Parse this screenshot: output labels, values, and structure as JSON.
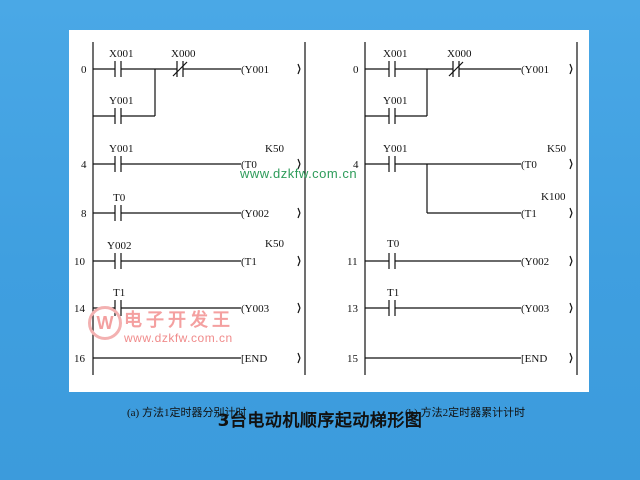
{
  "diagram_a": {
    "caption": "(a) 方法1定时器分别计时",
    "steps": [
      "0",
      "4",
      "8",
      "10",
      "14",
      "16"
    ],
    "contacts": {
      "x001": "X001",
      "x000": "X000",
      "y001_seal": "Y001",
      "y001_r2": "Y001",
      "t0": "T0",
      "y002": "Y002",
      "t1": "T1"
    },
    "coils": {
      "y001": "(Y001",
      "t0": "(T0",
      "y002": "(Y002",
      "t1": "(T1",
      "y003": "(Y003",
      "end": "[END"
    },
    "constants": {
      "k_t0": "K50",
      "k_t1": "K50"
    }
  },
  "diagram_b": {
    "caption": "(b) 方法2定时器累计计时",
    "steps": [
      "0",
      "4",
      "11",
      "13",
      "15"
    ],
    "contacts": {
      "x001": "X001",
      "x000": "X000",
      "y001_seal": "Y001",
      "y001_r2": "Y001",
      "t0": "T0",
      "t1": "T1"
    },
    "coils": {
      "y001": "(Y001",
      "t0": "(T0",
      "t1": "(T1",
      "y002": "(Y002",
      "y003": "(Y003",
      "end": "[END"
    },
    "constants": {
      "k_t0": "K50",
      "k_t1": "K100"
    }
  },
  "watermark": {
    "url_mid": "www.dzkfw.com.cn",
    "url_bottom": "www.dzkfw.com.cn",
    "brand": "电子开发王",
    "logo_letter": "W"
  },
  "title": "3台电动机顺序起动梯形图",
  "colors": {
    "background": "#3f9fe0",
    "panel": "#ffffff",
    "ink": "#111111",
    "watermark_green": "#2e9c5a"
  }
}
